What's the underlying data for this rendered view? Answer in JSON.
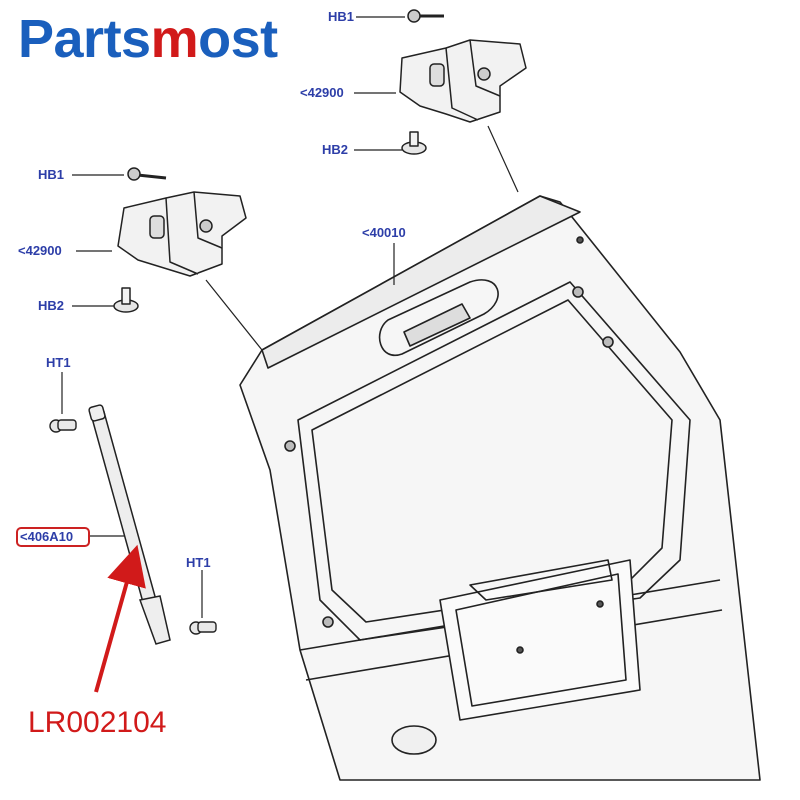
{
  "brand": {
    "part1": "Parts",
    "part2": "m",
    "part3": "o",
    "part4": "st",
    "color_blue": "#1a5fbd",
    "color_red": "#d11a1a"
  },
  "callouts": {
    "hb1_top": "HB1",
    "hinge_top": "<42900",
    "hb2_top": "HB2",
    "hb1_left": "HB1",
    "hinge_left": "<42900",
    "hb2_left": "HB2",
    "tailgate": "<40010",
    "ht1_left": "HT1",
    "strut": "<406A10",
    "ht1_right": "HT1"
  },
  "part_number": "LR002104",
  "colors": {
    "label_blue": "#2d3ea8",
    "highlight_red": "#cc2222",
    "line": "#222222"
  }
}
